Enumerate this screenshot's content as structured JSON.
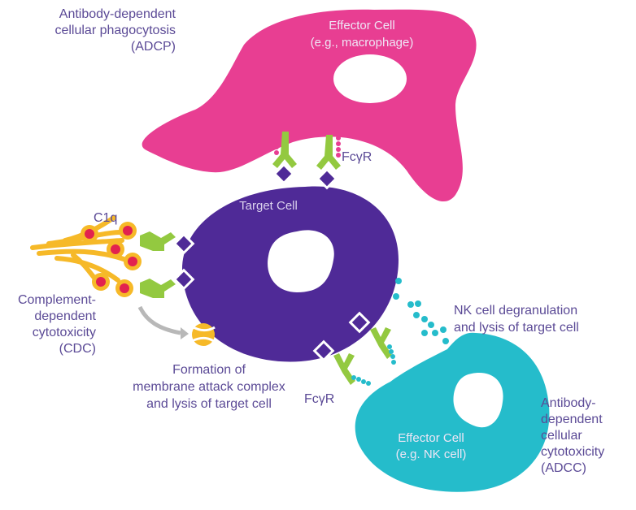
{
  "colors": {
    "macrophage": "#e83e92",
    "target_cell": "#4f2a97",
    "nk_cell": "#25bccb",
    "antibody": "#93c940",
    "c1q": "#f6b928",
    "c1q_head": "#e2224f",
    "arrow": "#b8b8b8",
    "text": "#5b4a96",
    "granule": "#25bccb"
  },
  "labels": {
    "adcp": [
      "Antibody-dependent",
      "cellular phagocytosis",
      "(ADCP)"
    ],
    "macrophage": [
      "Effector Cell",
      "(e.g., macrophage)"
    ],
    "fcgr_top": "FcγR",
    "target_cell": "Target Cell",
    "c1q": "C1q",
    "cdc": [
      "Complement-",
      "dependent",
      "cytotoxicity",
      "(CDC)"
    ],
    "mac": [
      "Formation of",
      "membrane attack complex",
      "and lysis of target cell"
    ],
    "fcgr_bottom": "FcγR",
    "nk_degranulation": [
      "NK cell degranulation",
      "and lysis of target cell"
    ],
    "nk_cell": [
      "Effector Cell",
      "(e.g. NK cell)"
    ],
    "adcc": [
      "Antibody-",
      "dependent",
      "cellular",
      "cytotoxicity",
      "(ADCC)"
    ]
  }
}
